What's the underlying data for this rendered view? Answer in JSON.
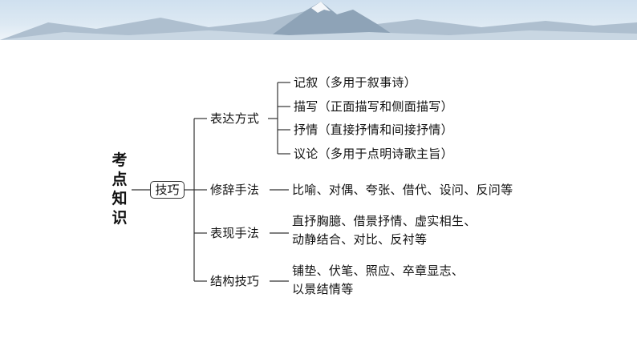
{
  "root": {
    "title": "考点知识",
    "chars": [
      "考",
      "点",
      "知",
      "识"
    ]
  },
  "center": {
    "label": "技巧"
  },
  "branches": [
    {
      "label": "表达方式",
      "items": [
        "记叙（多用于叙事诗）",
        "描写（正面描写和侧面描写）",
        "抒情（直接抒情和间接抒情）",
        "议论（多用于点明诗歌主旨）"
      ]
    },
    {
      "label": "修辞手法",
      "items": [
        "比喻、对偶、夸张、借代、设问、反问等"
      ]
    },
    {
      "label": "表现手法",
      "items": [
        "直抒胸臆、借景抒情、虚实相生、",
        "动静结合、对比、反衬等"
      ]
    },
    {
      "label": "结构技巧",
      "items": [
        "铺垫、伏笔、照应、卒章显志、",
        "以景结情等"
      ]
    }
  ],
  "colors": {
    "line": "#333333",
    "text": "#111111",
    "sky": "#d6e5f2"
  }
}
